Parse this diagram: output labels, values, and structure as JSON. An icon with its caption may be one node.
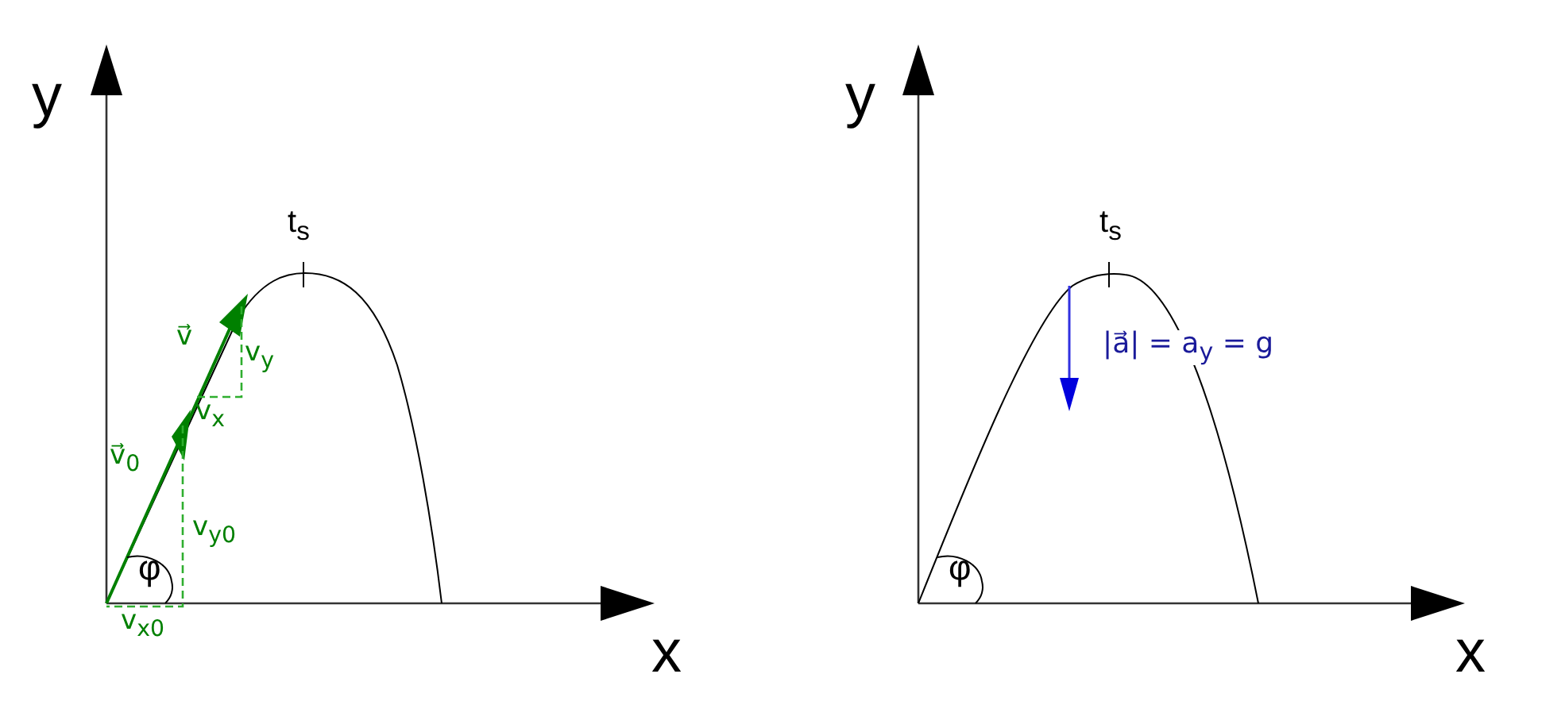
{
  "diagram": {
    "labels": [
      "y",
      "y",
      "t$_{s}$",
      "t$_{s}$",
      "v⃗",
      "v$_{y}$",
      "|a⃗| = a$_{y}$ = g",
      "v$_{x}$",
      "v⃗$_{0}$",
      "v$_{y0}$",
      "φ",
      "φ",
      "x",
      "x",
      "v$_{x0}$"
    ]
  }
}
